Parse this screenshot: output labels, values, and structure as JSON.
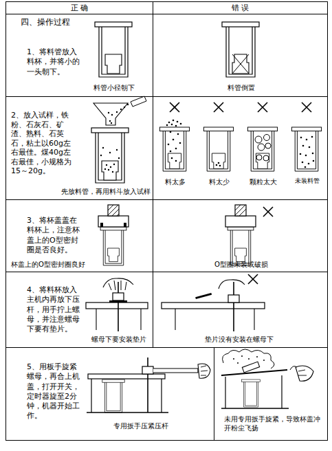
{
  "diagram": {
    "title": "四、操作过程",
    "nodes": [
      {
        "text": [
          "正 确"
        ]
      },
      {
        "text": [
          "错 误"
        ]
      },
      {
        "text": [
          "1、将料管放入料杯，并将小的一头朝下。",
          "料管小径朝下"
        ]
      },
      {
        "text": [
          "料管倒置"
        ]
      },
      {
        "text": [
          "2、放入试样，铁粉、石灰石、矿渣、熟料、石英石，粘土以60g左右最佳。煤40g左右最佳，小规格为15～20g。",
          "先放料管，再用料斗放入试样"
        ]
      },
      {
        "text": [
          "料太多",
          "料太少",
          "颗粒太大",
          "未装料管"
        ]
      },
      {
        "text": [
          "3、将杯盖盖在料杯上，注意杯盖上的O型密封圈是否良好。",
          "杯盖上的O型密封圈良好"
        ]
      },
      {
        "text": [
          "O型圈未装或破损"
        ]
      },
      {
        "text": [
          "4、将料杯放入主机内再放下压杆，用手拧上螺母，并注意螺母下要有垫片。",
          "螺母下要安装垫片"
        ]
      },
      {
        "text": [
          "垫片没有安装在螺母下"
        ]
      },
      {
        "text": [
          "5、用板手旋紧螺母，再合上机盖，打开开关，定时器旋至2分钟，机器开始工作。",
          "专用扳手压紧压杆"
        ]
      },
      {
        "text": [
          "未用专用扳手旋紧，导致杯盖冲开粉尘飞扬"
        ]
      }
    ]
  }
}
